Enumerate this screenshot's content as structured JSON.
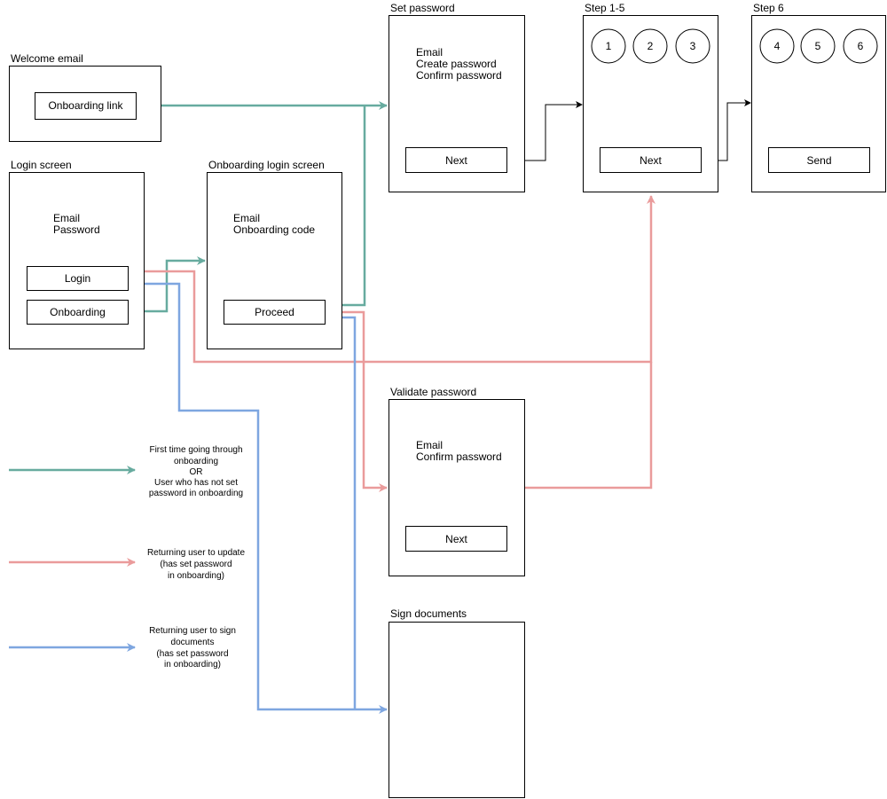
{
  "colors": {
    "first_time": "#67AB9F",
    "returning_update": "#EA9B9B",
    "returning_sign": "#7EA6E0",
    "step_arrow": "#000000"
  },
  "screens": {
    "welcome_email": {
      "title": "Welcome email",
      "button": "Onboarding link"
    },
    "login": {
      "title": "Login screen",
      "lines": [
        "Email",
        "Password"
      ],
      "buttons": [
        "Login",
        "Onboarding"
      ]
    },
    "onboarding_login": {
      "title": "Onboarding login screen",
      "lines": [
        "Email",
        "Onboarding code"
      ],
      "button": "Proceed"
    },
    "set_password": {
      "title": "Set password",
      "lines": [
        "Email",
        "Create password",
        "Confirm password"
      ],
      "button": "Next"
    },
    "step_1_5": {
      "title": "Step 1-5",
      "steps": [
        "1",
        "2",
        "3"
      ],
      "button": "Next"
    },
    "step_6": {
      "title": "Step 6",
      "steps": [
        "4",
        "5",
        "6"
      ],
      "button": "Send"
    },
    "validate_password": {
      "title": "Validate password",
      "lines": [
        "Email",
        "Confirm password"
      ],
      "button": "Next"
    },
    "sign_documents": {
      "title": "Sign documents"
    }
  },
  "legend": [
    {
      "key": "first_time",
      "lines": [
        "First time going through",
        "onboarding",
        "OR",
        "User who has not set",
        "password in  onboarding"
      ]
    },
    {
      "key": "returning_update",
      "lines": [
        "Returning user to update",
        "(has set password",
        "in onboarding)"
      ]
    },
    {
      "key": "returning_sign",
      "lines": [
        "Returning user to sign",
        "documents",
        "(has set password",
        "in onboarding)"
      ]
    }
  ]
}
